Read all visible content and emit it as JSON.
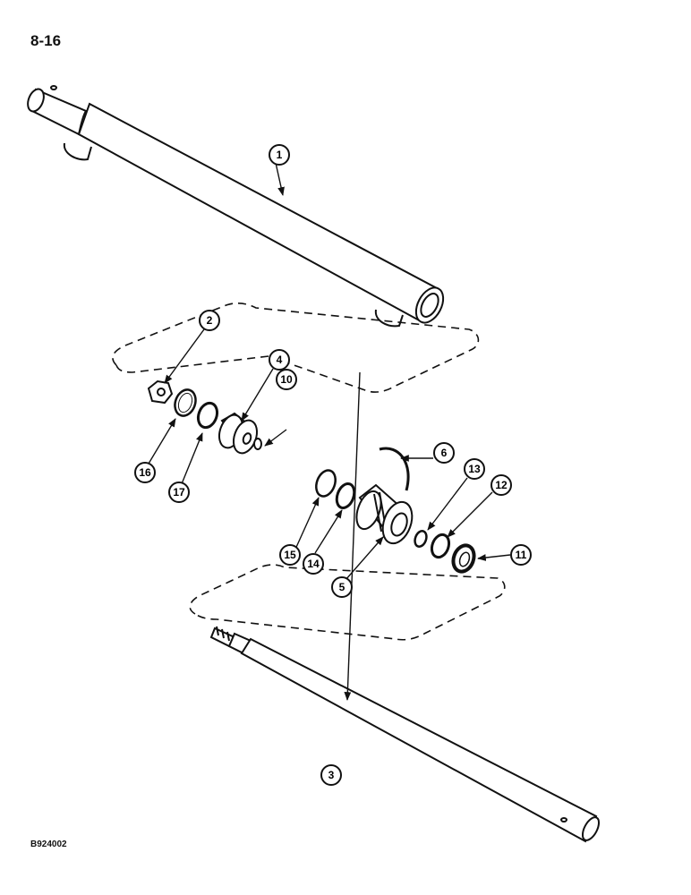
{
  "page_number": "8-16",
  "drawing_code": "B924002",
  "callouts": [
    "1",
    "2",
    "3",
    "4",
    "5",
    "6",
    "10",
    "11",
    "12",
    "13",
    "14",
    "15",
    "16",
    "17"
  ]
}
